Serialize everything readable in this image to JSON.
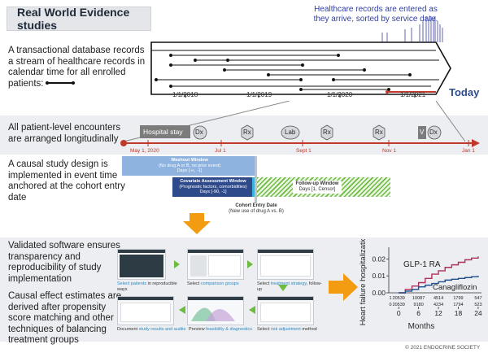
{
  "title": "Real World Evidence studies",
  "note_records": "Healthcare records are entered as they arrive, sorted by service date.",
  "text_database": "A transactional database records a stream of healthcare records in calendar time for all enrolled patients:",
  "timeline_top": {
    "ticks": [
      "1/1/2018",
      "1/1/2019",
      "1/1/2020",
      "1/1/2021"
    ],
    "today": "Today"
  },
  "text_encounters": "All patient-level encounters are arranged longitudinally",
  "encounters": {
    "hospital_stay": "Hospital stay",
    "labels": [
      "Dx",
      "Rx",
      "Lab",
      "Rx",
      "Rx",
      "V",
      "Dx"
    ],
    "ticks": [
      "May 1, 2020",
      "Jul 1",
      "Sept 1",
      "Nov 1",
      "Jan 1"
    ]
  },
  "text_design": "A causal study design is implemented in event time anchored at the cohort entry date",
  "windows": {
    "washout_title": "Washout Window",
    "washout_sub": "(No drug A or B, no prior event)",
    "washout_days": "Days [-∞, -1]",
    "covariate_title": "Covariate Assessment Window",
    "covariate_sub": "(Prognostic factors, comorbidities)",
    "covariate_days": "Days [-90, -1]",
    "followup_title": "Follow-up Window",
    "followup_days": "Days [1, Censor]",
    "cohort_entry": "Cohort Entry Date",
    "cohort_entry_sub": "(New use of drug A vs. B)"
  },
  "text_software": "Validated software ensures transparency and reproducibility of study implementation",
  "text_causal": "Causal effect estimates are derived after propensity score matching and other techniques of balancing treatment groups",
  "steps": {
    "s1_pre": "Select patients",
    "s1_post": " in reproducible ways",
    "s2_pre": "Select ",
    "s2_hl": "comparison groups",
    "s3_pre": "Select ",
    "s3_hl": "treatment strategy",
    "s3_post": ", follow-up",
    "s4_pre": "Document ",
    "s4_hl": "study results and audits",
    "s5_pre": "Preview ",
    "s5_hl": "feasibility & diagnostics",
    "s6_pre": "Select ",
    "s6_hl": "risk adjustment",
    "s6_post": " method"
  },
  "chart_data": {
    "type": "line",
    "ylabel": "Heart failure hospitalization",
    "xlabel": "Months",
    "x_ticks": [
      0,
      6,
      12,
      18,
      24
    ],
    "y_ticks": [
      "0.00",
      "0.01",
      "0.02"
    ],
    "ylim": [
      0,
      0.024
    ],
    "xlim": [
      -3,
      25
    ],
    "series": [
      {
        "name": "GLP-1 RA",
        "color": "#b0305b",
        "x": [
          0,
          2,
          4,
          6,
          8,
          10,
          12,
          14,
          16,
          18,
          20,
          22,
          24
        ],
        "y": [
          0,
          0.002,
          0.004,
          0.006,
          0.0085,
          0.011,
          0.013,
          0.015,
          0.0165,
          0.018,
          0.0195,
          0.0205,
          0.0215
        ]
      },
      {
        "name": "Canagliflozin",
        "color": "#1f4f8a",
        "x": [
          0,
          2,
          4,
          6,
          8,
          10,
          12,
          14,
          16,
          18,
          20,
          22,
          24
        ],
        "y": [
          0,
          0.001,
          0.002,
          0.0035,
          0.0045,
          0.0055,
          0.0065,
          0.0075,
          0.008,
          0.0085,
          0.009,
          0.0095,
          0.01
        ]
      }
    ],
    "risk_table": [
      [
        "1",
        "20539",
        "10087",
        "4514",
        "1799",
        "547"
      ],
      [
        "0",
        "20539",
        "9180",
        "4234",
        "1794",
        "523"
      ]
    ]
  },
  "copyright": "© 2021 ENDOCRINE SOCIETY",
  "colors": {
    "accent_red": "#c0392b",
    "orange": "#f39c12",
    "blue": "#4f79b3",
    "navy": "#2e4a8a",
    "green": "#6dbb3f"
  }
}
